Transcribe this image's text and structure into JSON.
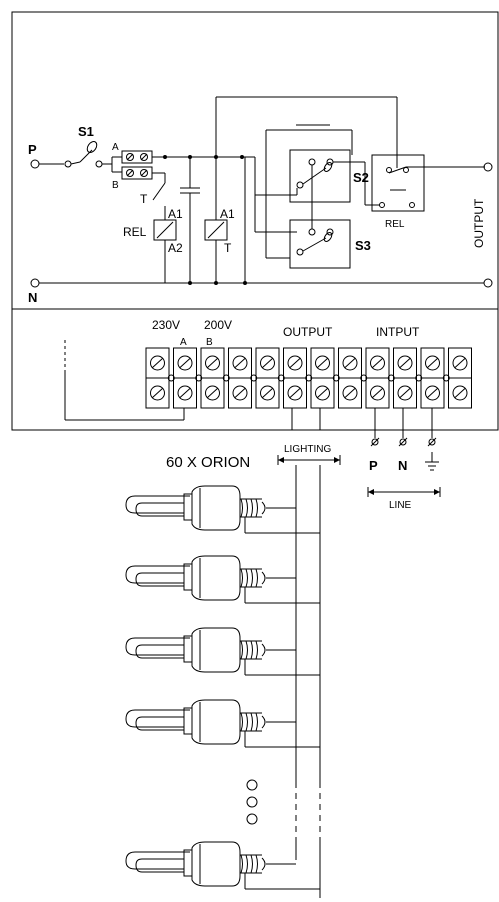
{
  "circuit": {
    "phase": "P",
    "neutral": "N",
    "switch": "S1",
    "tap_a": "A",
    "tap_b": "B",
    "timer": "T",
    "relay": "REL",
    "coil_a1": "A1",
    "coil_a2": "A2",
    "timer_coil_a1": "A1",
    "timer_coil_t": "T",
    "switch_s2": "S2",
    "switch_s3": "S3",
    "relay_right": "REL",
    "output": "OUTPUT"
  },
  "terminals": {
    "v230": "230V",
    "v200": "200V",
    "a": "A",
    "b": "B",
    "output": "OUTPUT",
    "input": "INTPUT"
  },
  "lamps": {
    "count_label": "60 X ORION",
    "lighting": "LIGHTING",
    "p": "P",
    "n": "N",
    "line": "LINE"
  }
}
